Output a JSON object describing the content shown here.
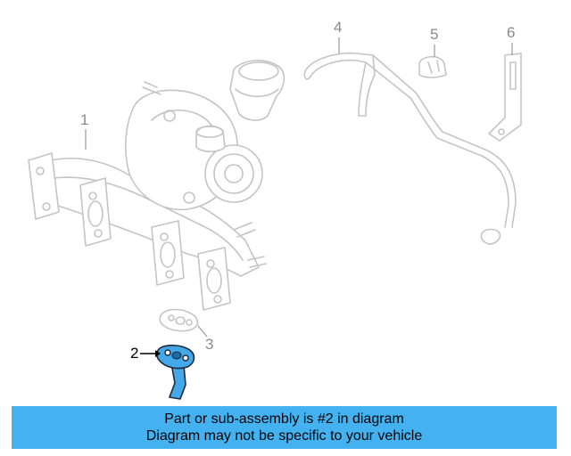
{
  "callouts": [
    {
      "num": "1",
      "highlighted": false
    },
    {
      "num": "2",
      "highlighted": true
    },
    {
      "num": "3",
      "highlighted": false
    },
    {
      "num": "4",
      "highlighted": false
    },
    {
      "num": "5",
      "highlighted": false
    },
    {
      "num": "6",
      "highlighted": false
    }
  ],
  "banner": {
    "line1": "Part or sub-assembly is #2 in diagram",
    "line2": "Diagram may not be specific to your vehicle"
  },
  "colors": {
    "highlight": "#44a8e8",
    "banner": "#44b2f0",
    "ghost_lines": "#c4c4c4"
  }
}
